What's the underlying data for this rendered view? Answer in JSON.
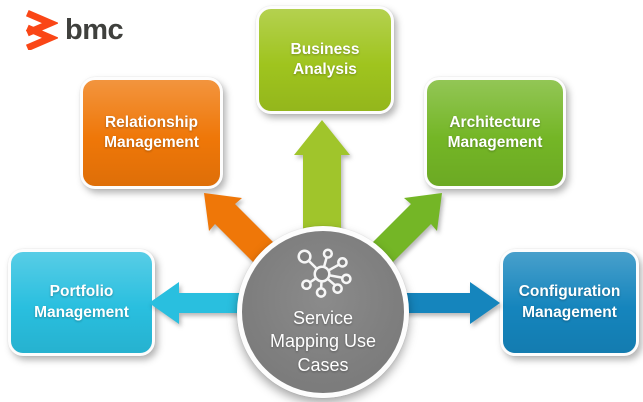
{
  "brand": {
    "name": "bmc",
    "logo_color": "#FA4616",
    "text_color": "#3F403D"
  },
  "center_node": {
    "title": "Service Mapping Use Cases",
    "icon": "network-hub-icon",
    "bg_color": "#7F7F7F"
  },
  "use_cases": [
    {
      "label": "Business Analysis",
      "position": "top",
      "color": "#9FC41E"
    },
    {
      "label": "Relationship Management",
      "position": "upper-left",
      "color": "#EF7708"
    },
    {
      "label": "Architecture Management",
      "position": "upper-right",
      "color": "#74B626"
    },
    {
      "label": "Portfolio Management",
      "position": "left",
      "color": "#29BFDF"
    },
    {
      "label": "Configuration Management",
      "position": "right",
      "color": "#1585BD"
    }
  ],
  "arrows": [
    {
      "direction": "up",
      "color": "#A0C52B"
    },
    {
      "direction": "upper-left",
      "color": "#EF7708"
    },
    {
      "direction": "upper-right",
      "color": "#74B626"
    },
    {
      "direction": "left",
      "color": "#29BFDF"
    },
    {
      "direction": "right",
      "color": "#1585BD"
    }
  ]
}
